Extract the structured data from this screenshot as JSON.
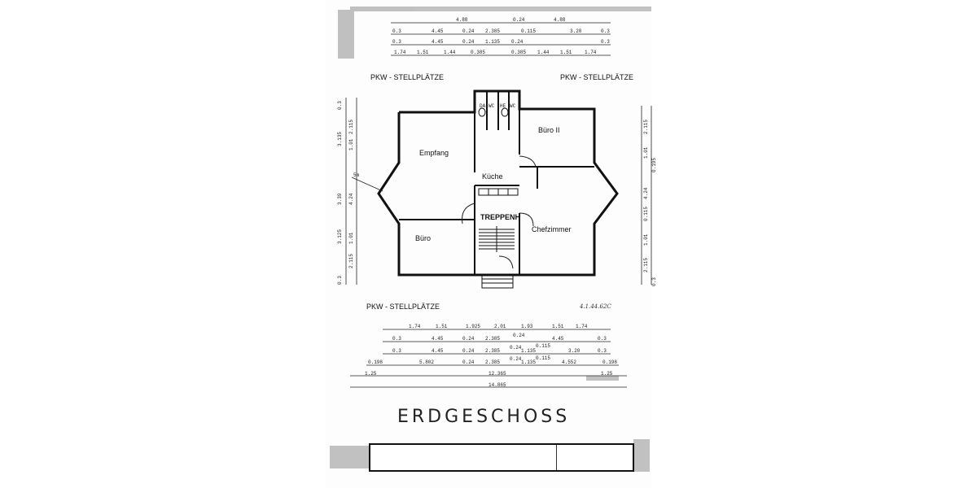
{
  "plan": {
    "title": "ERDGESCHOSS",
    "parking": [
      "PKW - STELLPLÄTZE",
      "PKW - STELLPLÄTZE",
      "PKW - STELLPLÄTZE"
    ],
    "rooms": {
      "empfang": "Empfang",
      "kueche": "Küche",
      "buero2": "Büro II",
      "treppenhaus": "TREPPENH",
      "buero": "Büro",
      "chefzimmer": "Chefzimmer"
    },
    "wc": [
      "DA",
      "WC",
      "HE",
      "WC"
    ],
    "stamp": "4.1.44.62C",
    "marker": "5m"
  },
  "dims": {
    "top_row1": [
      "4.88",
      "0.24",
      "4.88"
    ],
    "top_row2": [
      "0.3",
      "4.45",
      "0.24",
      "2.385",
      "0.115",
      "3.20",
      "0.3"
    ],
    "top_row3": [
      "0.3",
      "4.45",
      "0.24",
      "1.135",
      "0.24",
      "0.3"
    ],
    "top_row4": [
      "1.74",
      "1.51",
      "1.44",
      "0.385",
      "0.385",
      "1.44",
      "1.51",
      "1.74"
    ],
    "left": [
      "0.3",
      "2.115",
      "1.01",
      "3.135",
      "4.24",
      "3.39",
      "3.125",
      "1.01",
      "2.115",
      "0.3"
    ],
    "right": [
      "2.115",
      "1.01",
      "0.195",
      "4.24",
      "0.115",
      "1.01",
      "2.115",
      "0.3"
    ],
    "bottom_row1": [
      "1.74",
      "1.51",
      "1.925",
      "2.01",
      "1.93",
      "1.51",
      "1.74"
    ],
    "bottom_row2": [
      "0.3",
      "4.45",
      "0.24",
      "2.385",
      "0.24",
      "4.45",
      "0.3"
    ],
    "bottom_row3": [
      "0.3",
      "4.45",
      "0.24",
      "2.385",
      "0.24",
      "1.135",
      "0.115",
      "3.20",
      "0.3"
    ],
    "bottom_row4": [
      "0.198",
      "5.802",
      "0.24",
      "2.385",
      "0.24",
      "1.135",
      "0.115",
      "4.552",
      "0.198"
    ],
    "bottom_row5": [
      "1.25",
      "12.365",
      "1.25"
    ],
    "bottom_total": "14.865"
  }
}
